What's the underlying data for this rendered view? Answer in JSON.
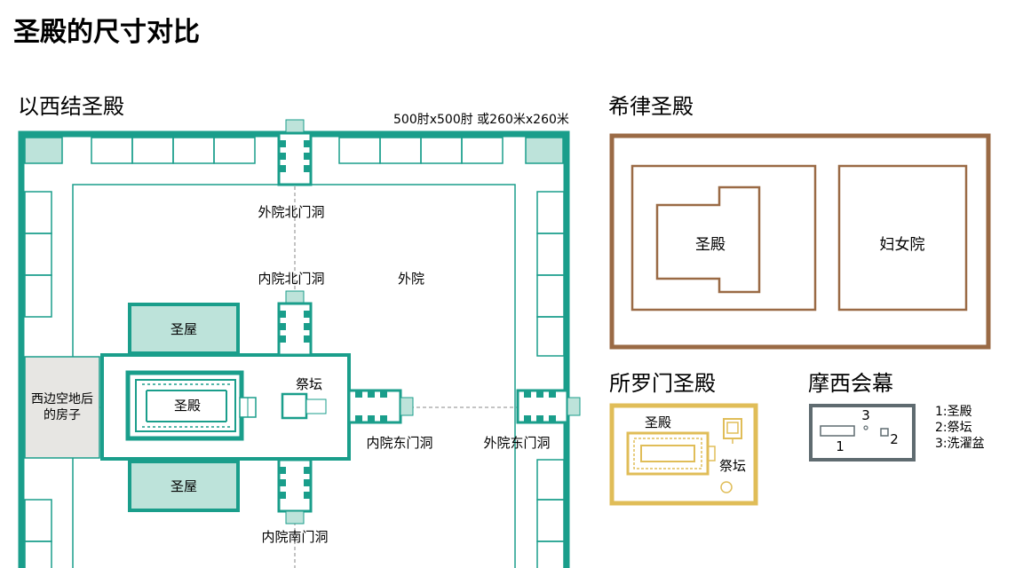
{
  "title": "圣殿的尺寸对比",
  "ezekiel": {
    "heading": "以西结圣殿",
    "dimensions": "500肘x500肘 或260米x260米",
    "outer_north_gate": "外院北门洞",
    "inner_north_gate": "内院北门洞",
    "outer_court": "外院",
    "chamber_top": "圣屋",
    "chamber_bottom": "圣屋",
    "west_building_line1": "西边空地后",
    "west_building_line2": "的房子",
    "sanctuary": "圣殿",
    "altar": "祭坛",
    "inner_east_gate": "内院东门洞",
    "outer_east_gate": "外院东门洞",
    "inner_south_gate": "内院南门洞"
  },
  "herod": {
    "heading": "希律圣殿",
    "sanctuary": "圣殿",
    "womens_court": "妇女院"
  },
  "solomon": {
    "heading": "所罗门圣殿",
    "sanctuary": "圣殿",
    "altar": "祭坛"
  },
  "tabernacle": {
    "heading": "摩西会幕",
    "mark1": "1",
    "mark2": "2",
    "mark3": "3",
    "legend": [
      "1:圣殿",
      "2:祭坛",
      "3:洗濯盆"
    ]
  },
  "colors": {
    "teal": "#1a9e8b",
    "teal_light": "#bde3da",
    "brown": "#9a6a45",
    "gold": "#e0bd58",
    "slate": "#5f6b70",
    "grey_fill": "#e7e6e3"
  }
}
